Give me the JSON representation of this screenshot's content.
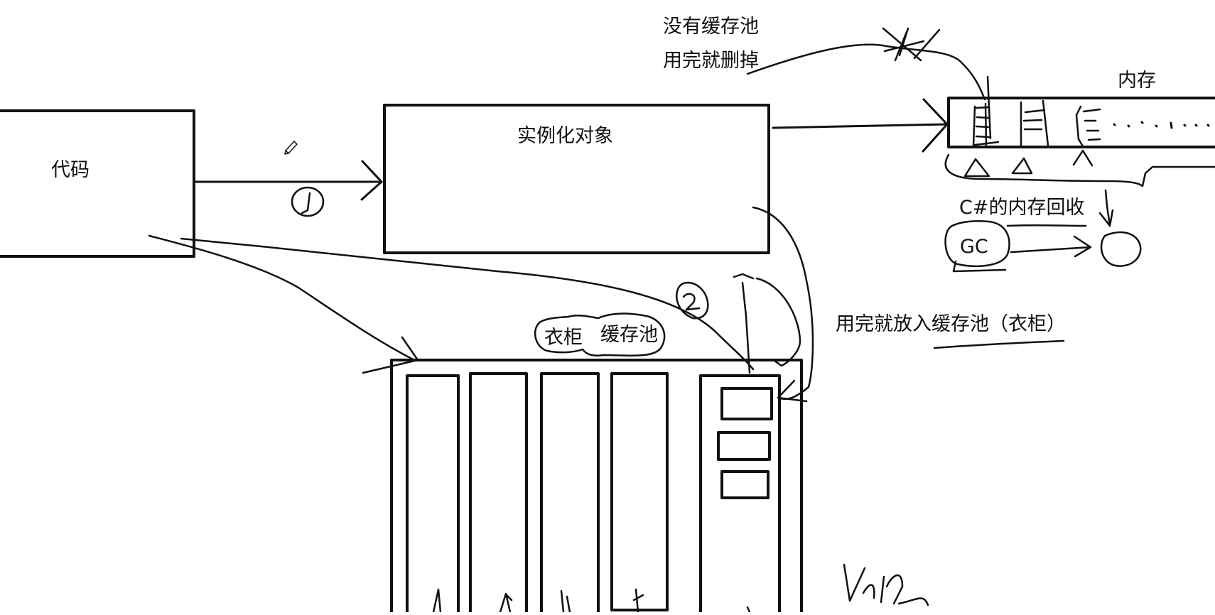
{
  "labels": {
    "code": "代码",
    "instantiate": "实例化对象",
    "no_pool_line1": "没有缓存池",
    "no_pool_line2": "用完就删掉",
    "memory": "内存",
    "csharp_gc": "C#的内存回收",
    "gc": "GC",
    "wardrobe": "衣柜",
    "cache_pool": "缓存池",
    "put_in_pool": "用完就放入缓存池（衣柜）",
    "step1": "1",
    "step2": "2",
    "scribble": "Val"
  },
  "colors": {
    "ink": "#111111",
    "background": "#ffffff"
  }
}
